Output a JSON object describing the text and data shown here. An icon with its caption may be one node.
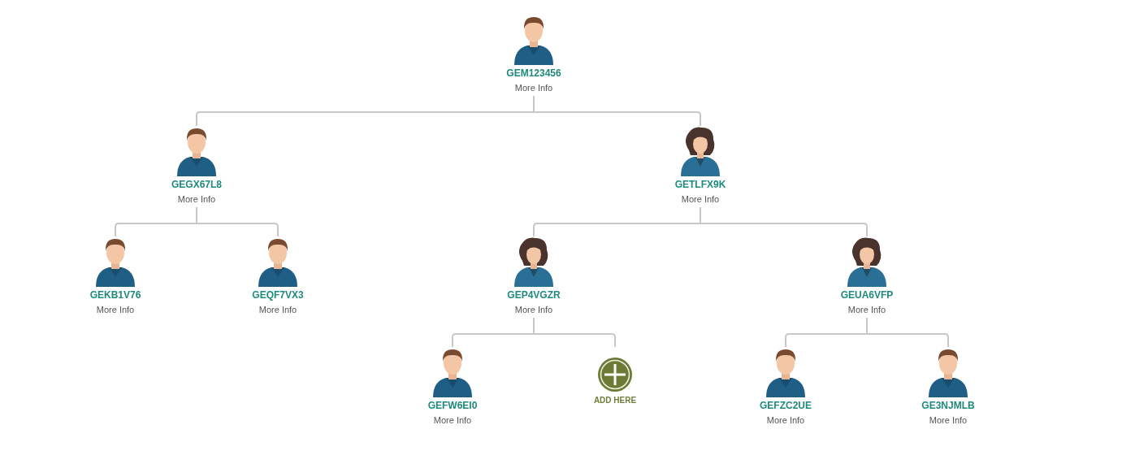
{
  "diagram": {
    "nodes": [
      {
        "text": [
          "GEM123456",
          "More Info"
        ]
      },
      {
        "text": [
          "GEGX67L8",
          "More Info"
        ]
      },
      {
        "text": [
          "GETLFX9K",
          "More Info"
        ]
      },
      {
        "text": [
          "GEKB1V76",
          "More Info"
        ]
      },
      {
        "text": [
          "GEQF7VX3",
          "More Info"
        ]
      },
      {
        "text": [
          "GEP4VGZR",
          "More Info"
        ]
      },
      {
        "text": [
          "GEUA6VFP",
          "More Info"
        ]
      },
      {
        "text": [
          "GEFW6EI0",
          "More Info"
        ]
      },
      {
        "text": [
          "ADD HERE"
        ]
      },
      {
        "text": [
          "GEFZC2UE",
          "More Info"
        ]
      },
      {
        "text": [
          "GE3NJMLB",
          "More Info"
        ]
      }
    ],
    "edges": [
      {
        "from": 0,
        "to": 1,
        "arrow": "none"
      },
      {
        "from": 0,
        "to": 2,
        "arrow": "none"
      },
      {
        "from": 1,
        "to": 3,
        "arrow": "none"
      },
      {
        "from": 1,
        "to": 4,
        "arrow": "none"
      },
      {
        "from": 2,
        "to": 5,
        "arrow": "none"
      },
      {
        "from": 2,
        "to": 6,
        "arrow": "none"
      },
      {
        "from": 5,
        "to": 7,
        "arrow": "none"
      },
      {
        "from": 5,
        "to": 8,
        "arrow": "none"
      },
      {
        "from": 6,
        "to": 9,
        "arrow": "none"
      },
      {
        "from": 6,
        "to": 10,
        "arrow": "none"
      }
    ]
  }
}
